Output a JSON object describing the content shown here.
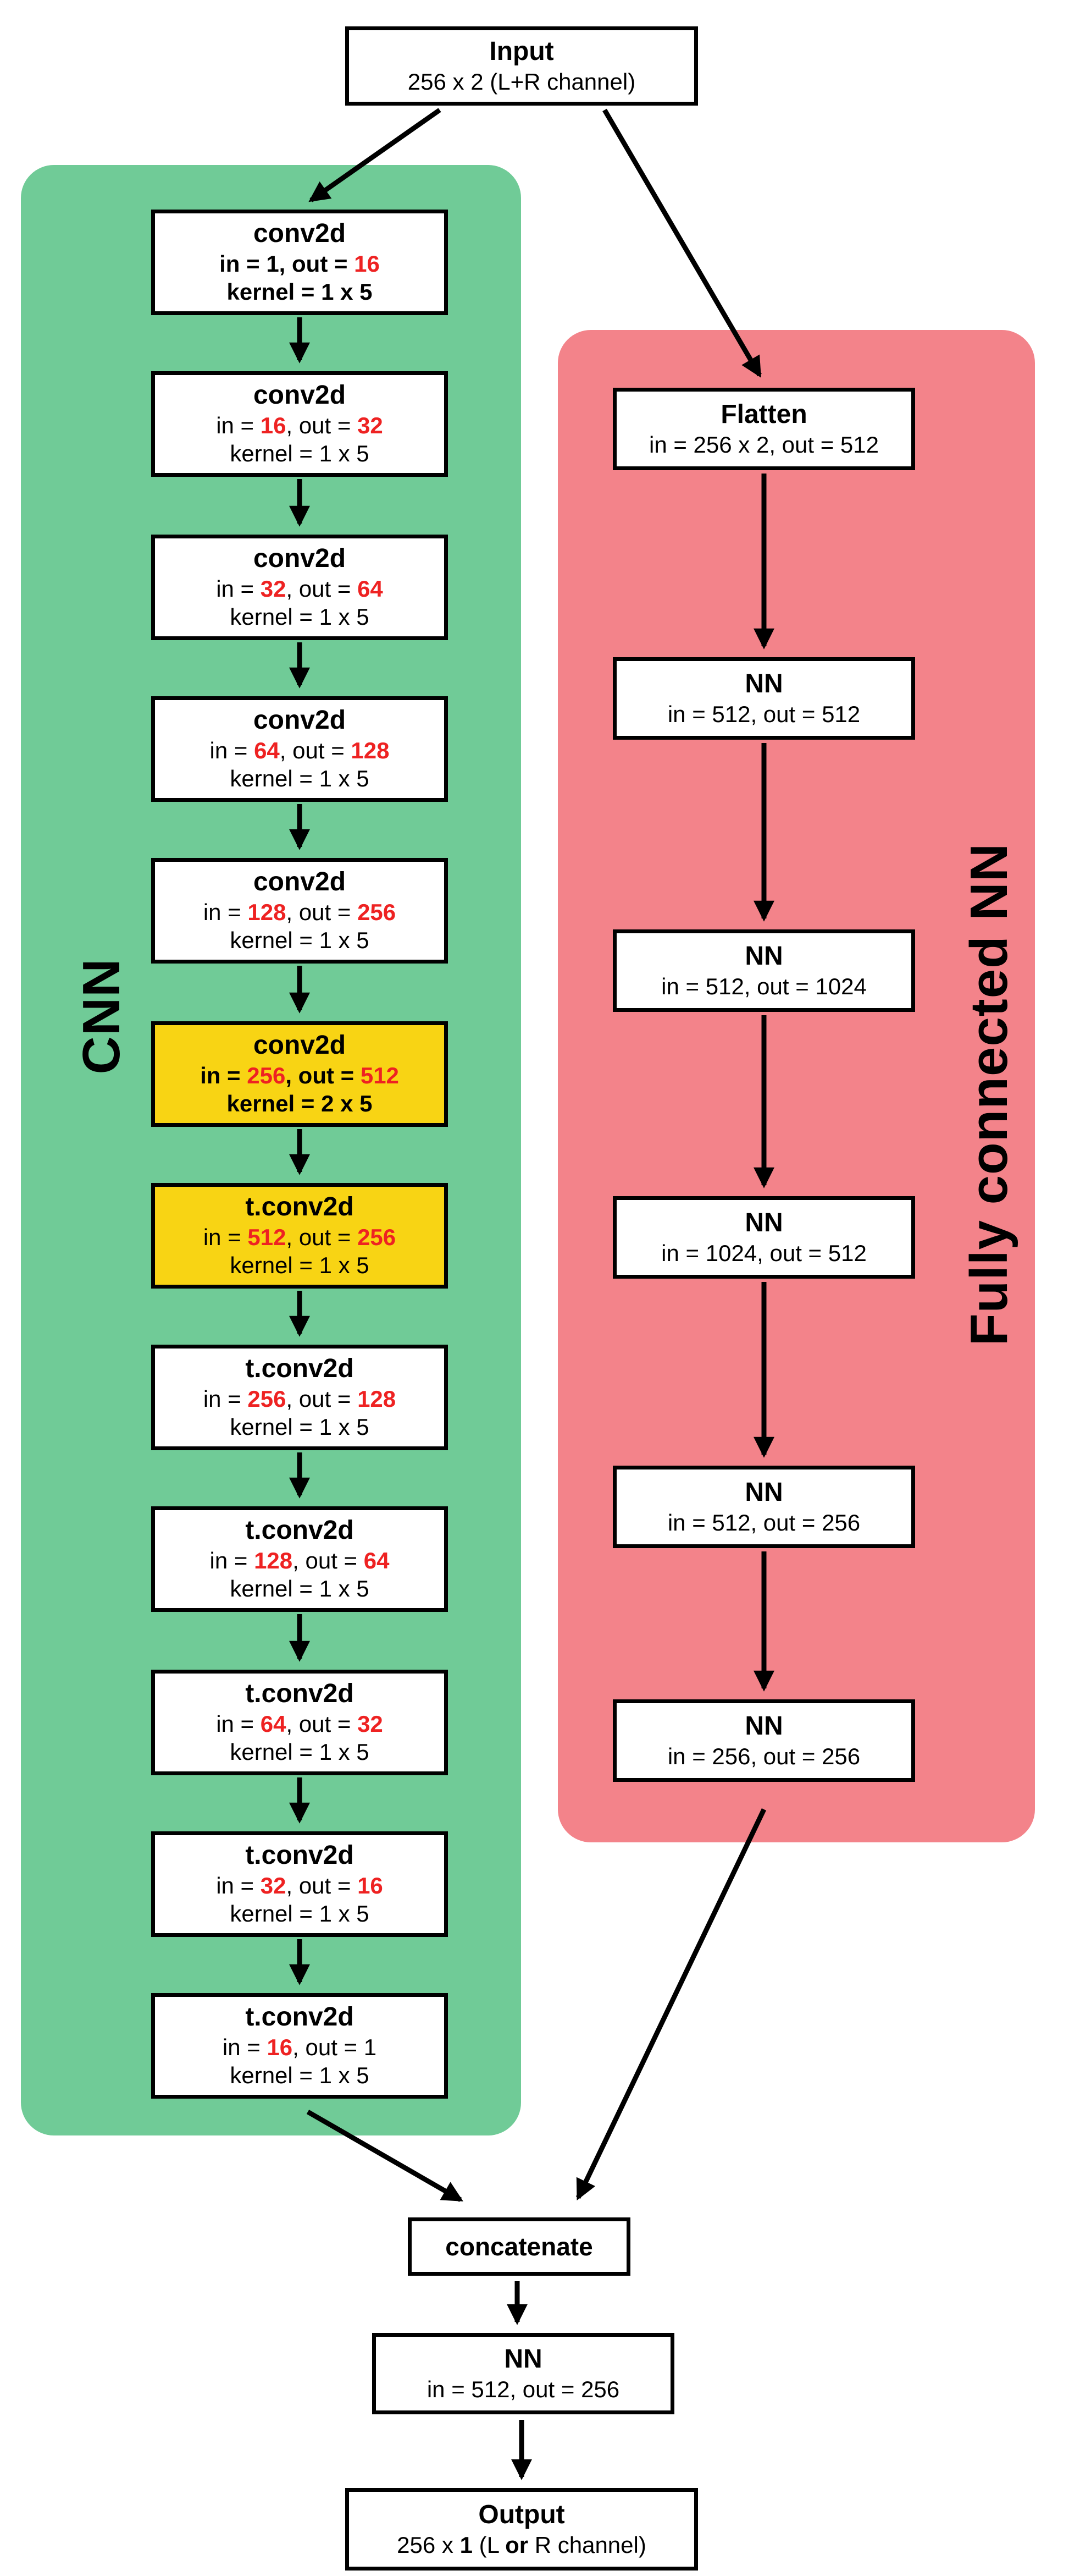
{
  "colors": {
    "panel_green": "#70CB97",
    "panel_pink": "#F3838A",
    "highlight_yellow": "#F8D414",
    "value_red": "#EE2222",
    "box_border": "#000000",
    "background": "#FFFFFF"
  },
  "input_box": {
    "title": "Input",
    "subtitle": "256 x 2 (L+R channel)"
  },
  "cnn_panel": {
    "label": "CNN",
    "layers": [
      {
        "title": "conv2d",
        "l_in": "in = ",
        "in": "1",
        "l_out": ", out = ",
        "out": "16",
        "kernel": "kernel = 1 x 5",
        "in_red": false,
        "out_red": true,
        "highlight": false,
        "bold_body": true
      },
      {
        "title": "conv2d",
        "l_in": "in = ",
        "in": "16",
        "l_out": ", out = ",
        "out": "32",
        "kernel": "kernel = 1 x 5",
        "in_red": true,
        "out_red": true,
        "highlight": false,
        "bold_body": false
      },
      {
        "title": "conv2d",
        "l_in": "in = ",
        "in": "32",
        "l_out": ", out = ",
        "out": "64",
        "kernel": "kernel = 1 x 5",
        "in_red": true,
        "out_red": true,
        "highlight": false,
        "bold_body": false
      },
      {
        "title": "conv2d",
        "l_in": "in = ",
        "in": "64",
        "l_out": ", out = ",
        "out": "128",
        "kernel": "kernel = 1 x 5",
        "in_red": true,
        "out_red": true,
        "highlight": false,
        "bold_body": false
      },
      {
        "title": "conv2d",
        "l_in": "in = ",
        "in": "128",
        "l_out": ", out = ",
        "out": "256",
        "kernel": "kernel = 1 x 5",
        "in_red": true,
        "out_red": true,
        "highlight": false,
        "bold_body": false
      },
      {
        "title": "conv2d",
        "l_in": "in = ",
        "in": "256",
        "l_out": ", out = ",
        "out": "512",
        "kernel": "kernel = 2 x 5",
        "in_red": true,
        "out_red": true,
        "highlight": true,
        "bold_body": true
      },
      {
        "title": "t.conv2d",
        "l_in": "in = ",
        "in": "512",
        "l_out": ", out = ",
        "out": "256",
        "kernel": "kernel = 1 x 5",
        "in_red": true,
        "out_red": true,
        "highlight": true,
        "bold_body": false
      },
      {
        "title": "t.conv2d",
        "l_in": "in = ",
        "in": "256",
        "l_out": ", out = ",
        "out": "128",
        "kernel": "kernel = 1 x 5",
        "in_red": true,
        "out_red": true,
        "highlight": false,
        "bold_body": false
      },
      {
        "title": "t.conv2d",
        "l_in": "in = ",
        "in": "128",
        "l_out": ", out = ",
        "out": "64",
        "kernel": "kernel = 1 x 5",
        "in_red": true,
        "out_red": true,
        "highlight": false,
        "bold_body": false
      },
      {
        "title": "t.conv2d",
        "l_in": "in = ",
        "in": "64",
        "l_out": ", out = ",
        "out": "32",
        "kernel": "kernel = 1 x 5",
        "in_red": true,
        "out_red": true,
        "highlight": false,
        "bold_body": false
      },
      {
        "title": "t.conv2d",
        "l_in": "in = ",
        "in": "32",
        "l_out": ", out = ",
        "out": "16",
        "kernel": "kernel = 1 x 5",
        "in_red": true,
        "out_red": true,
        "highlight": false,
        "bold_body": false
      },
      {
        "title": "t.conv2d",
        "l_in": "in = ",
        "in": "16",
        "l_out": ", out = ",
        "out": "1",
        "kernel": "kernel = 1 x 5",
        "in_red": true,
        "out_red": false,
        "highlight": false,
        "bold_body": false
      }
    ]
  },
  "fc_panel": {
    "label": "Fully connected NN",
    "layers": [
      {
        "title": "Flatten",
        "body": "in = 256 x 2, out = 512"
      },
      {
        "title": "NN",
        "body": "in = 512, out = 512"
      },
      {
        "title": "NN",
        "body": "in = 512, out = 1024"
      },
      {
        "title": "NN",
        "body": "in = 1024, out = 512"
      },
      {
        "title": "NN",
        "body": "in = 512, out = 256"
      },
      {
        "title": "NN",
        "body": "in = 256, out = 256"
      }
    ]
  },
  "bottom": {
    "concatenate_label": "concatenate",
    "nn_box": {
      "title": "NN",
      "body": "in = 512, out = 256"
    },
    "output_box": {
      "title": "Output",
      "prefix": "256 x ",
      "bold_one": "1",
      "mid": " (L ",
      "bold_or": "or",
      "suffix": " R channel)"
    }
  }
}
